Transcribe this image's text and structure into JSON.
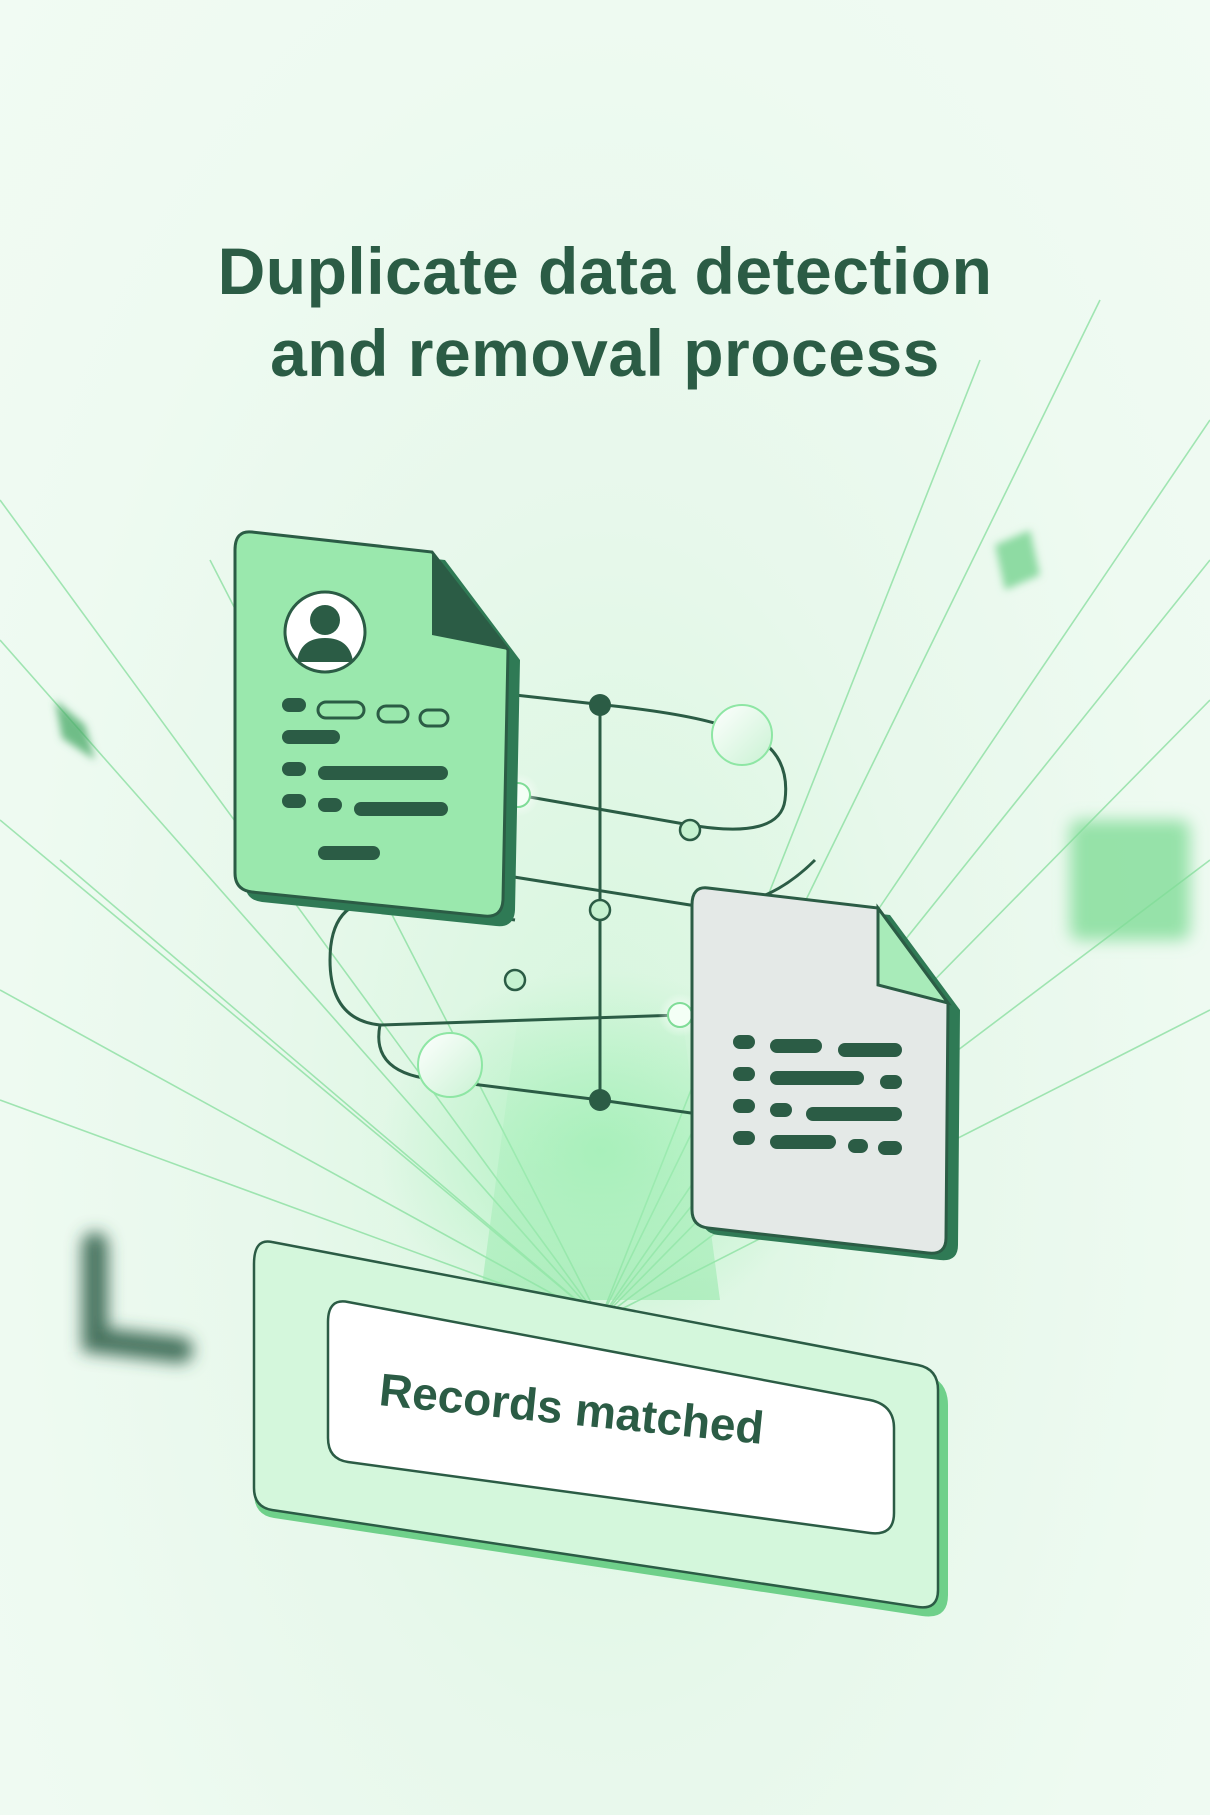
{
  "title": {
    "line1": "Duplicate data detection",
    "line2": "and removal process"
  },
  "result_label": "Records matched",
  "colors": {
    "background": "#e8f8ec",
    "accent_green": "#8ee6a4",
    "dark_green": "#2b5c45",
    "document_gray": "#e4e9e7"
  },
  "icons": {
    "profile_document": "user-profile-document-icon",
    "duplicate_document": "duplicate-document-icon",
    "connector": "matching-network-icon"
  }
}
